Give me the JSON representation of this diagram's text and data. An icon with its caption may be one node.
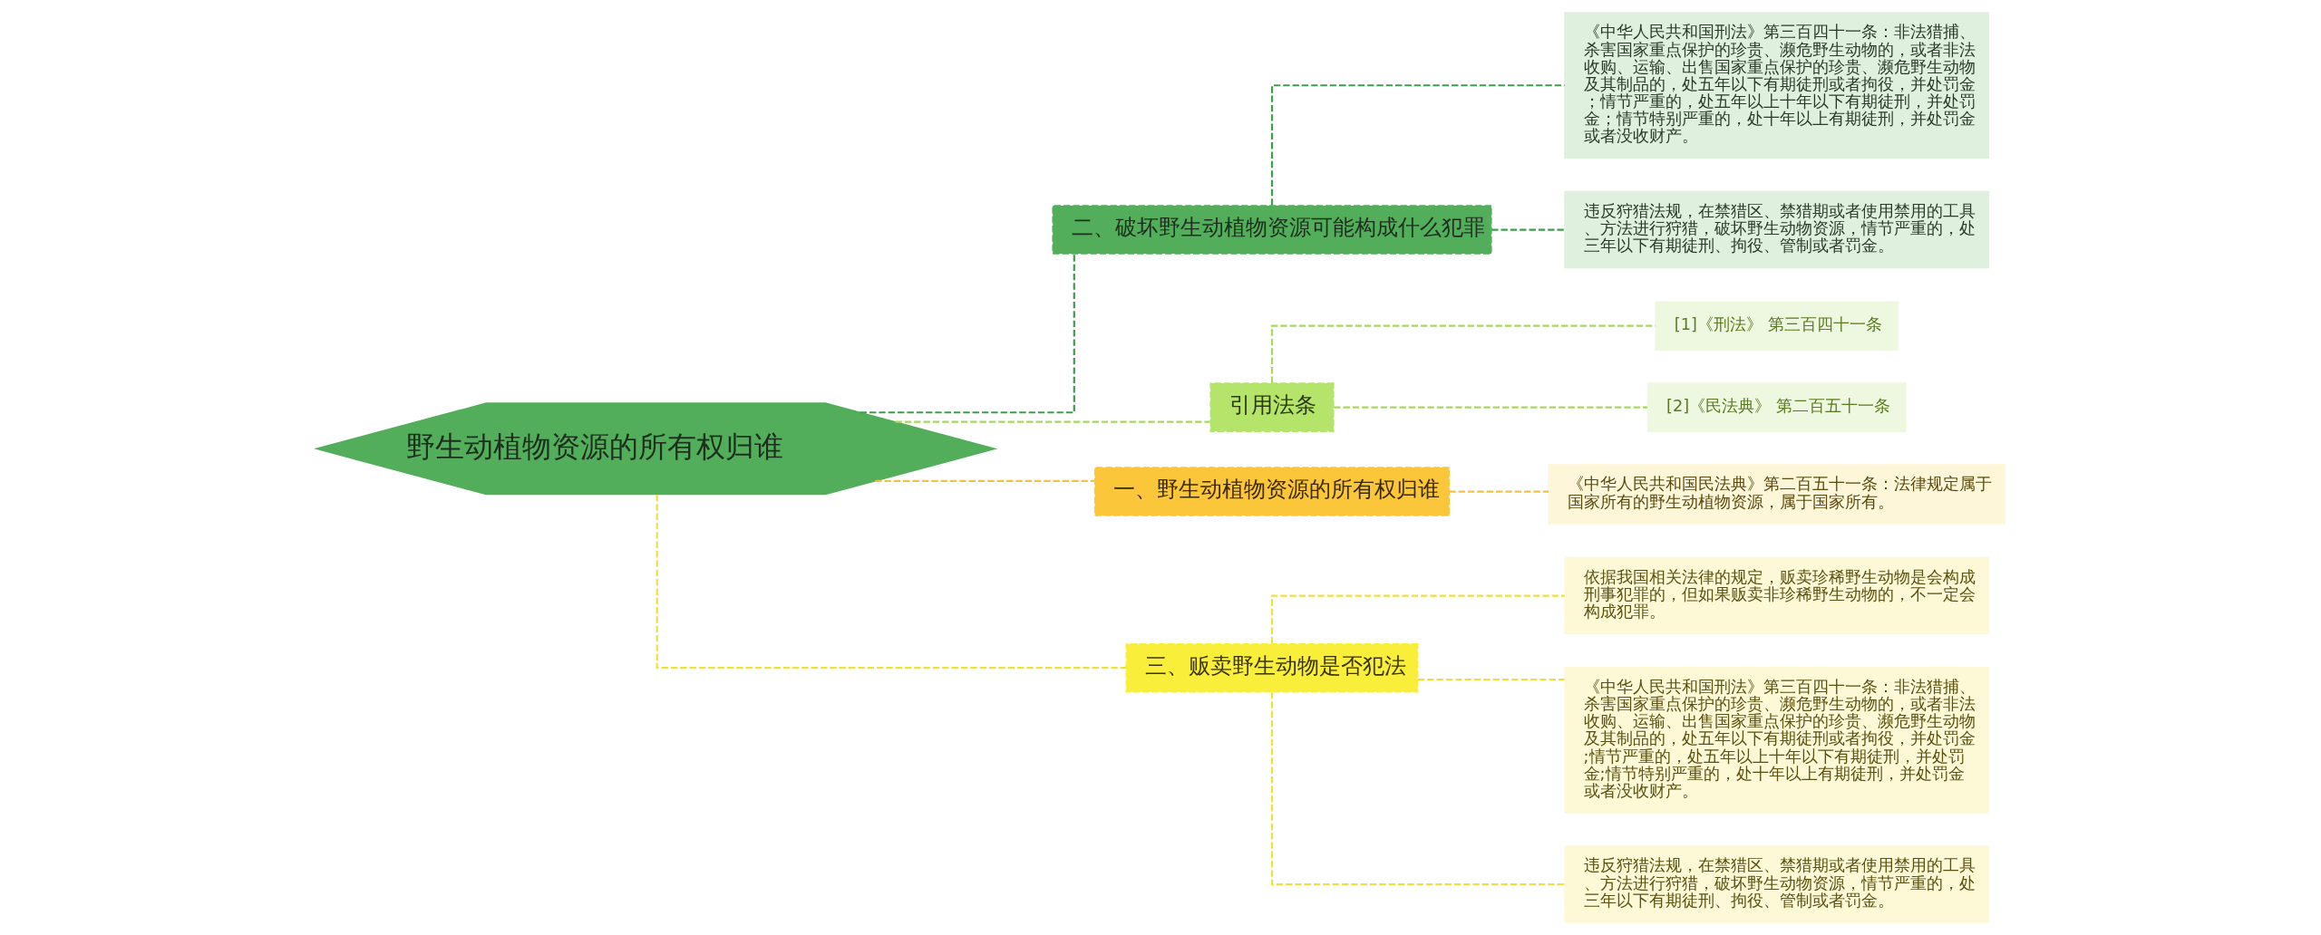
{
  "diagram": {
    "nodes": [
      {
        "text": [
          "野生动植物资源的所有权归谁"
        ]
      },
      {
        "text": [
          "二、破坏野生动植物资源可能构成什么犯罪"
        ]
      },
      {
        "text": [
          "《中华人民共和国刑法》第三百四十一条：非法猎捕、杀害国家重点保护的珍贵、濒危野生动物的，或者非法收购、运输、出售国家重点保护的珍贵、濒危野生动物及其制品的，处五年以下有期徒刑或者拘役，并处罚金；情节严重的，处五年以上十年以下有期徒刑，并处罚金；情节特别严重的，处十年以上有期徒刑，并处罚金或者没收财产。"
        ]
      },
      {
        "text": [
          "违反狩猎法规，在禁猎区、禁猎期或者使用禁用的工具、方法进行狩猎，破坏野生动物资源，情节严重的，处三年以下有期徒刑、拘役、管制或者罚金。"
        ]
      },
      {
        "text": [
          "引用法条"
        ]
      },
      {
        "text": [
          "[1]《刑法》 第三百四十一条"
        ]
      },
      {
        "text": [
          "[2]《民法典》 第二百五十一条"
        ]
      },
      {
        "text": [
          "一、野生动植物资源的所有权归谁"
        ]
      },
      {
        "text": [
          "《中华人民共和国民法典》第二百五十一条：法律规定属于国家所有的野生动植物资源，属于国家所有。"
        ]
      },
      {
        "text": [
          "三、贩卖野生动物是否犯法"
        ]
      },
      {
        "text": [
          "依据我国相关法律的规定，贩卖珍稀野生动物是会构成刑事犯罪的，但如果贩卖非珍稀野生动物的，不一定会构成犯罪。"
        ]
      },
      {
        "text": [
          "《中华人民共和国刑法》第三百四十一条：非法猎捕、杀害国家重点保护的珍贵、濒危野生动物的，或者非法收购、运输、出售国家重点保护的珍贵、濒危野生动物及其制品的，处五年以下有期徒刑或者拘役，并处罚金;情节严重的，处五年以上十年以下有期徒刑，并处罚金;情节特别严重的，处十年以上有期徒刑，并处罚金或者没收财产。"
        ]
      },
      {
        "text": [
          "违反狩猎法规，在禁猎区、禁猎期或者使用禁用的工具、方法进行狩猎，破坏野生动物资源，情节严重的，处三年以下有期徒刑、拘役、管制或者罚金。"
        ]
      }
    ],
    "edges": [
      {
        "from": 0,
        "to": 1,
        "arrow": "none",
        "style": "dashed",
        "color": "#3f9e4c"
      },
      {
        "from": 1,
        "to": 2,
        "arrow": "none",
        "style": "dashed",
        "color": "#3f9e4c"
      },
      {
        "from": 1,
        "to": 3,
        "arrow": "none",
        "style": "dashed",
        "color": "#3f9e4c"
      },
      {
        "from": 0,
        "to": 4,
        "arrow": "none",
        "style": "dashed",
        "color": "#a8d860"
      },
      {
        "from": 4,
        "to": 5,
        "arrow": "none",
        "style": "dashed",
        "color": "#a8d860"
      },
      {
        "from": 4,
        "to": 6,
        "arrow": "none",
        "style": "dashed",
        "color": "#a8d860"
      },
      {
        "from": 0,
        "to": 7,
        "arrow": "none",
        "style": "dashed",
        "color": "#f2c244"
      },
      {
        "from": 7,
        "to": 8,
        "arrow": "none",
        "style": "dashed",
        "color": "#f2c244"
      },
      {
        "from": 0,
        "to": 9,
        "arrow": "none",
        "style": "dashed",
        "color": "#eee040"
      },
      {
        "from": 9,
        "to": 10,
        "arrow": "none",
        "style": "dashed",
        "color": "#eee040"
      },
      {
        "from": 9,
        "to": 11,
        "arrow": "none",
        "style": "dashed",
        "color": "#eee040"
      },
      {
        "from": 9,
        "to": 12,
        "arrow": "none",
        "style": "dashed",
        "color": "#eee040"
      }
    ]
  }
}
